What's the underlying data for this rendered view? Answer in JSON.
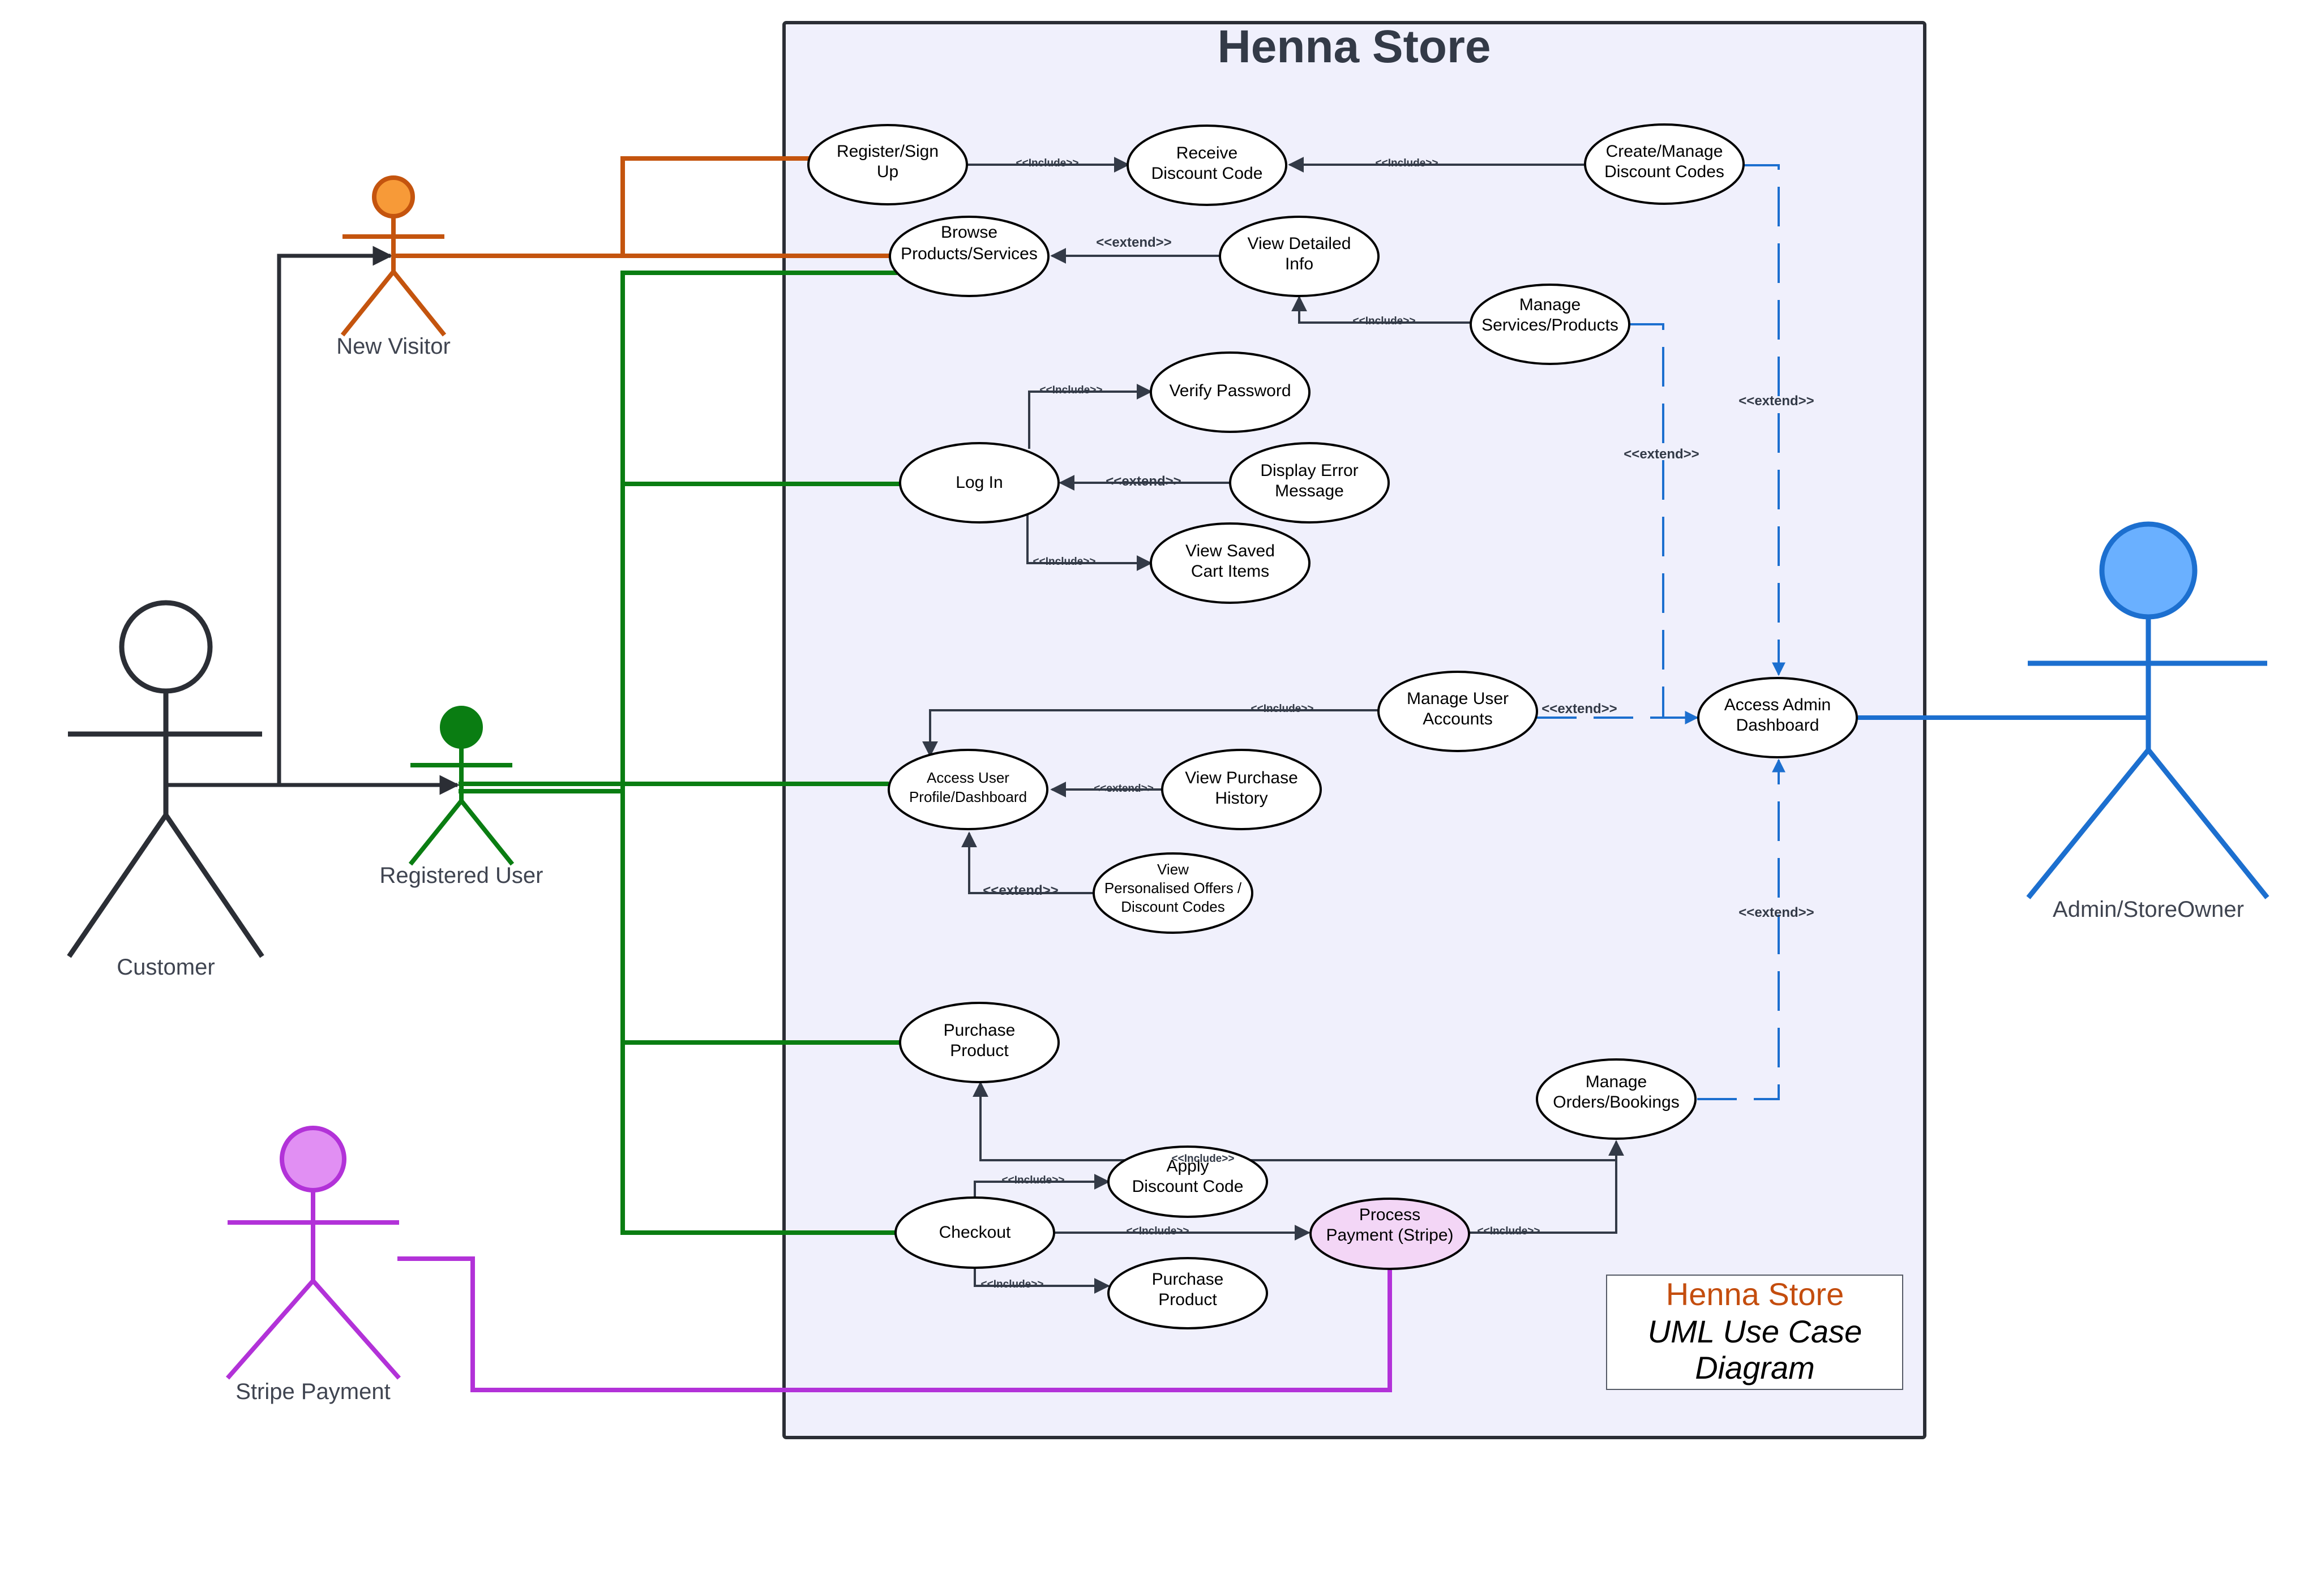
{
  "system": {
    "title": "Henna Store"
  },
  "actors": {
    "new_visitor": "New Visitor",
    "registered_user": "Registered User",
    "customer": "Customer",
    "stripe_payment": "Stripe Payment",
    "admin": "Admin/StoreOwner"
  },
  "use_cases": {
    "register": [
      "Register/Sign",
      "Up"
    ],
    "receive_discount": [
      "Receive",
      "Discount Code"
    ],
    "create_discount": [
      "Create/Manage",
      "Discount Codes"
    ],
    "browse": [
      "Browse",
      "Products/Services"
    ],
    "view_detailed": [
      "View Detailed",
      "Info"
    ],
    "manage_services": [
      "Manage",
      "Services/Products"
    ],
    "verify_password": [
      "Verify Password"
    ],
    "log_in": [
      "Log In"
    ],
    "display_error": [
      "Display Error",
      "Message"
    ],
    "view_saved_cart": [
      "View Saved",
      "Cart Items"
    ],
    "manage_users": [
      "Manage User",
      "Accounts"
    ],
    "access_admin": [
      "Access Admin",
      "Dashboard"
    ],
    "access_profile": [
      "Access User",
      "Profile/Dashboard"
    ],
    "view_purchase_history": [
      "View Purchase",
      "History"
    ],
    "view_offers": [
      "View",
      "Personalised Offers /",
      "Discount Codes"
    ],
    "purchase_product": [
      "Purchase",
      "Product"
    ],
    "manage_orders": [
      "Manage",
      "Orders/Bookings"
    ],
    "apply_discount": [
      "Apply",
      "Discount Code"
    ],
    "checkout": [
      "Checkout"
    ],
    "process_payment": [
      "Process",
      "Payment (Stripe)"
    ],
    "purchase_product_2": [
      "Purchase",
      "Product"
    ]
  },
  "relations": {
    "include": "<<Include>>",
    "extend": "<<extend>>"
  },
  "note": {
    "title": "Henna Store",
    "subtitle": [
      "UML Use Case",
      "Diagram"
    ]
  },
  "colors": {
    "new_visitor": "#c4540e",
    "registered_user": "#0a7d12",
    "customer": "#2b2e35",
    "stripe": "#b232d8",
    "admin": "#1c6fcf",
    "system_fill": "#f0f0fc",
    "process_payment_fill": "#f3d6f6"
  }
}
